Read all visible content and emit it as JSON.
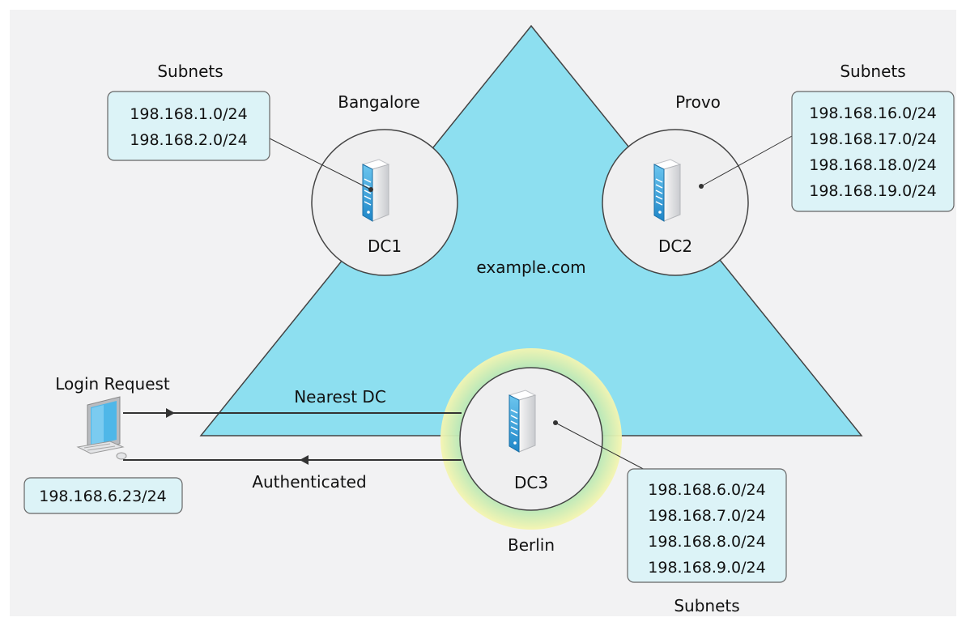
{
  "domain_label": "example.com",
  "sites": [
    {
      "site": "Bangalore",
      "dc": "DC1",
      "subnets_title": "Subnets",
      "subnets": [
        "198.168.1.0/24",
        "198.168.2.0/24"
      ]
    },
    {
      "site": "Provo",
      "dc": "DC2",
      "subnets_title": "Subnets",
      "subnets": [
        "198.168.16.0/24",
        "198.168.17.0/24",
        "198.168.18.0/24",
        "198.168.19.0/24"
      ]
    },
    {
      "site": "Berlin",
      "dc": "DC3",
      "subnets_title": "Subnets",
      "subnets": [
        "198.168.6.0/24",
        "198.168.7.0/24",
        "198.168.8.0/24",
        "198.168.9.0/24"
      ]
    }
  ],
  "client": {
    "title": "Login Request",
    "ip": "198.168.6.23/24"
  },
  "flows": {
    "request": "Nearest DC",
    "response": "Authenticated"
  },
  "colors": {
    "triangle": "#8ddff0",
    "circle": "#efeff0",
    "box": "#dcf3f7",
    "halo_inner": "#a8e4b8",
    "halo_outer": "#f5f5b0"
  }
}
